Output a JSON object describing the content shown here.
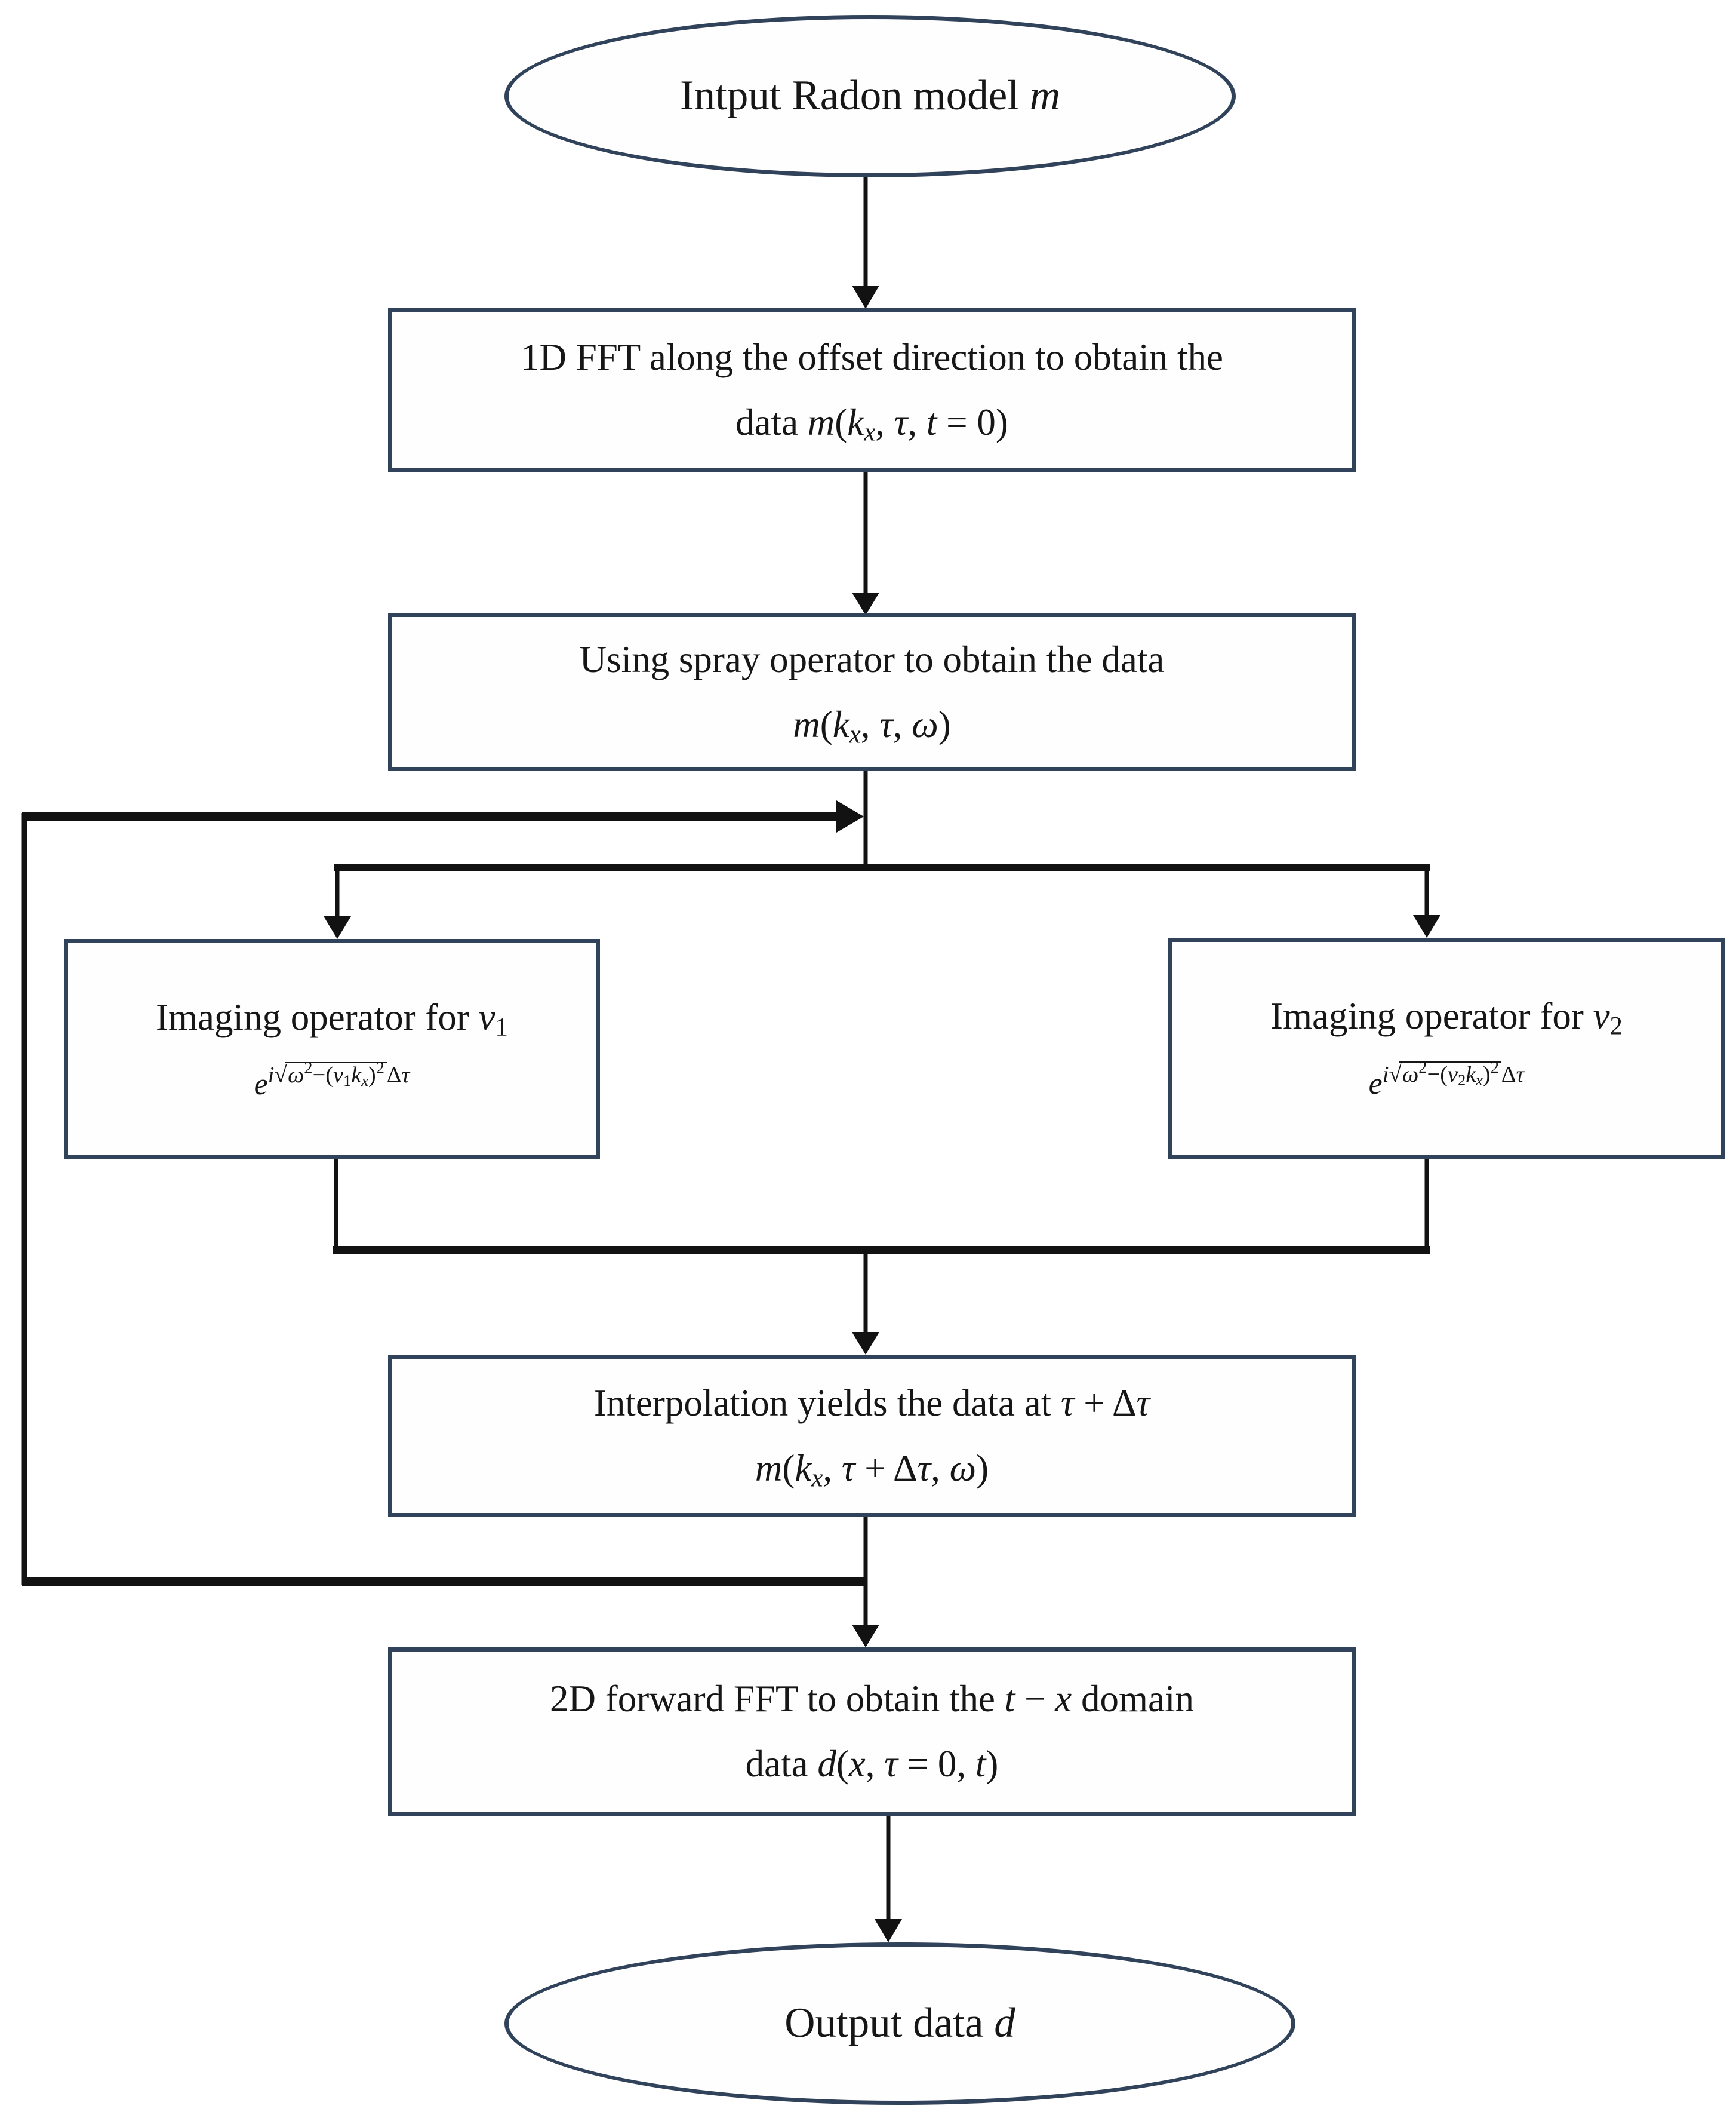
{
  "colors": {
    "background": "#ffffff",
    "shape_border": "#31435a",
    "line": "#121212",
    "text": "#161616"
  },
  "nodes": {
    "input_ellipse": {
      "label_math": [
        {
          "t": "n",
          "v": "Intput Radon model  "
        },
        {
          "t": "i",
          "v": "m"
        }
      ]
    },
    "box_fft1d": {
      "line1": "1D FFT along the offset direction to obtain the",
      "line2_math": [
        {
          "t": "n",
          "v": "data  "
        },
        {
          "t": "i",
          "v": "m"
        },
        {
          "t": "n",
          "v": "("
        },
        {
          "t": "i",
          "v": "k"
        },
        {
          "t": "sub",
          "v": [
            {
              "t": "i",
              "v": "x"
            }
          ]
        },
        {
          "t": "n",
          "v": ", "
        },
        {
          "t": "i",
          "v": "τ"
        },
        {
          "t": "n",
          "v": ", "
        },
        {
          "t": "i",
          "v": "t"
        },
        {
          "t": "n",
          "v": " = 0)"
        }
      ]
    },
    "box_spray": {
      "line1": "Using spray operator to obtain the data",
      "line2_math": [
        {
          "t": "i",
          "v": "m"
        },
        {
          "t": "n",
          "v": "("
        },
        {
          "t": "i",
          "v": "k"
        },
        {
          "t": "sub",
          "v": [
            {
              "t": "i",
              "v": "x"
            }
          ]
        },
        {
          "t": "n",
          "v": ", "
        },
        {
          "t": "i",
          "v": "τ"
        },
        {
          "t": "n",
          "v": ", "
        },
        {
          "t": "i",
          "v": "ω"
        },
        {
          "t": "n",
          "v": ")"
        }
      ]
    },
    "imaging_v1": {
      "title_math": [
        {
          "t": "n",
          "v": "Imaging operator for  "
        },
        {
          "t": "i",
          "v": "v"
        },
        {
          "t": "sub",
          "v": [
            {
              "t": "n",
              "v": "1"
            }
          ]
        }
      ],
      "formula_math": [
        {
          "t": "i",
          "v": "e"
        },
        {
          "t": "sup",
          "v": [
            {
              "t": "i",
              "v": "i"
            },
            {
              "t": "rad",
              "sign": "√",
              "v": [
                {
                  "t": "i",
                  "v": "ω"
                },
                {
                  "t": "sup",
                  "v": [
                    {
                      "t": "n",
                      "v": "2"
                    }
                  ]
                },
                {
                  "t": "n",
                  "v": "−("
                },
                {
                  "t": "i",
                  "v": "v"
                },
                {
                  "t": "sub",
                  "v": [
                    {
                      "t": "n",
                      "v": "1"
                    }
                  ]
                },
                {
                  "t": "i",
                  "v": "k"
                },
                {
                  "t": "sub",
                  "v": [
                    {
                      "t": "i",
                      "v": "x"
                    }
                  ]
                },
                {
                  "t": "n",
                  "v": ")"
                },
                {
                  "t": "sup",
                  "v": [
                    {
                      "t": "n",
                      "v": "2"
                    }
                  ]
                }
              ]
            },
            {
              "t": "n",
              "v": "Δ"
            },
            {
              "t": "i",
              "v": "τ"
            }
          ]
        }
      ]
    },
    "imaging_v2": {
      "title_math": [
        {
          "t": "n",
          "v": "Imaging operator for  "
        },
        {
          "t": "i",
          "v": "v"
        },
        {
          "t": "sub",
          "v": [
            {
              "t": "n",
              "v": "2"
            }
          ]
        }
      ],
      "formula_math": [
        {
          "t": "i",
          "v": "e"
        },
        {
          "t": "sup",
          "v": [
            {
              "t": "i",
              "v": "i"
            },
            {
              "t": "rad",
              "sign": "√",
              "v": [
                {
                  "t": "i",
                  "v": "ω"
                },
                {
                  "t": "sup",
                  "v": [
                    {
                      "t": "n",
                      "v": "2"
                    }
                  ]
                },
                {
                  "t": "n",
                  "v": "−("
                },
                {
                  "t": "i",
                  "v": "v"
                },
                {
                  "t": "sub",
                  "v": [
                    {
                      "t": "n",
                      "v": "2"
                    }
                  ]
                },
                {
                  "t": "i",
                  "v": "k"
                },
                {
                  "t": "sub",
                  "v": [
                    {
                      "t": "i",
                      "v": "x"
                    }
                  ]
                },
                {
                  "t": "n",
                  "v": ")"
                },
                {
                  "t": "sup",
                  "v": [
                    {
                      "t": "n",
                      "v": "2"
                    }
                  ]
                }
              ]
            },
            {
              "t": "n",
              "v": "Δ"
            },
            {
              "t": "i",
              "v": "τ"
            }
          ]
        }
      ]
    },
    "box_interpolation": {
      "line1_math": [
        {
          "t": "n",
          "v": "Interpolation yields the data at  "
        },
        {
          "t": "i",
          "v": "τ"
        },
        {
          "t": "n",
          "v": " + Δ"
        },
        {
          "t": "i",
          "v": "τ"
        }
      ],
      "line2_math": [
        {
          "t": "i",
          "v": "m"
        },
        {
          "t": "n",
          "v": "("
        },
        {
          "t": "i",
          "v": "k"
        },
        {
          "t": "sub",
          "v": [
            {
              "t": "i",
              "v": "x"
            }
          ]
        },
        {
          "t": "n",
          "v": ", "
        },
        {
          "t": "i",
          "v": "τ"
        },
        {
          "t": "n",
          "v": " + Δ"
        },
        {
          "t": "i",
          "v": "τ"
        },
        {
          "t": "n",
          "v": ", "
        },
        {
          "t": "i",
          "v": "ω"
        },
        {
          "t": "n",
          "v": ")"
        }
      ]
    },
    "box_fft2d": {
      "line1_math": [
        {
          "t": "n",
          "v": "2D forward FFT to obtain the  "
        },
        {
          "t": "i",
          "v": "t"
        },
        {
          "t": "n",
          "v": " − "
        },
        {
          "t": "i",
          "v": "x"
        },
        {
          "t": "n",
          "v": "  domain"
        }
      ],
      "line2_math": [
        {
          "t": "n",
          "v": "data  "
        },
        {
          "t": "i",
          "v": "d"
        },
        {
          "t": "n",
          "v": "("
        },
        {
          "t": "i",
          "v": "x"
        },
        {
          "t": "n",
          "v": ", "
        },
        {
          "t": "i",
          "v": "τ"
        },
        {
          "t": "n",
          "v": " = 0, "
        },
        {
          "t": "i",
          "v": "t"
        },
        {
          "t": "n",
          "v": ")"
        }
      ]
    },
    "output_ellipse": {
      "label_math": [
        {
          "t": "n",
          "v": "Output data  "
        },
        {
          "t": "i",
          "v": "d"
        }
      ]
    }
  },
  "edges": [
    {
      "from": "input-ellipse",
      "to": "box-1d-fft"
    },
    {
      "from": "box-1d-fft",
      "to": "box-spray-operator"
    },
    {
      "from": "box-spray-operator",
      "to": "imaging-operator-v1"
    },
    {
      "from": "box-spray-operator",
      "to": "imaging-operator-v2"
    },
    {
      "from": "imaging-operator-v1",
      "to": "box-interpolation"
    },
    {
      "from": "imaging-operator-v2",
      "to": "box-interpolation"
    },
    {
      "from": "box-interpolation",
      "to": "box-spray-operator",
      "type": "feedback-loop"
    },
    {
      "from": "box-interpolation",
      "to": "box-2d-fft"
    },
    {
      "from": "box-2d-fft",
      "to": "output-ellipse"
    }
  ]
}
